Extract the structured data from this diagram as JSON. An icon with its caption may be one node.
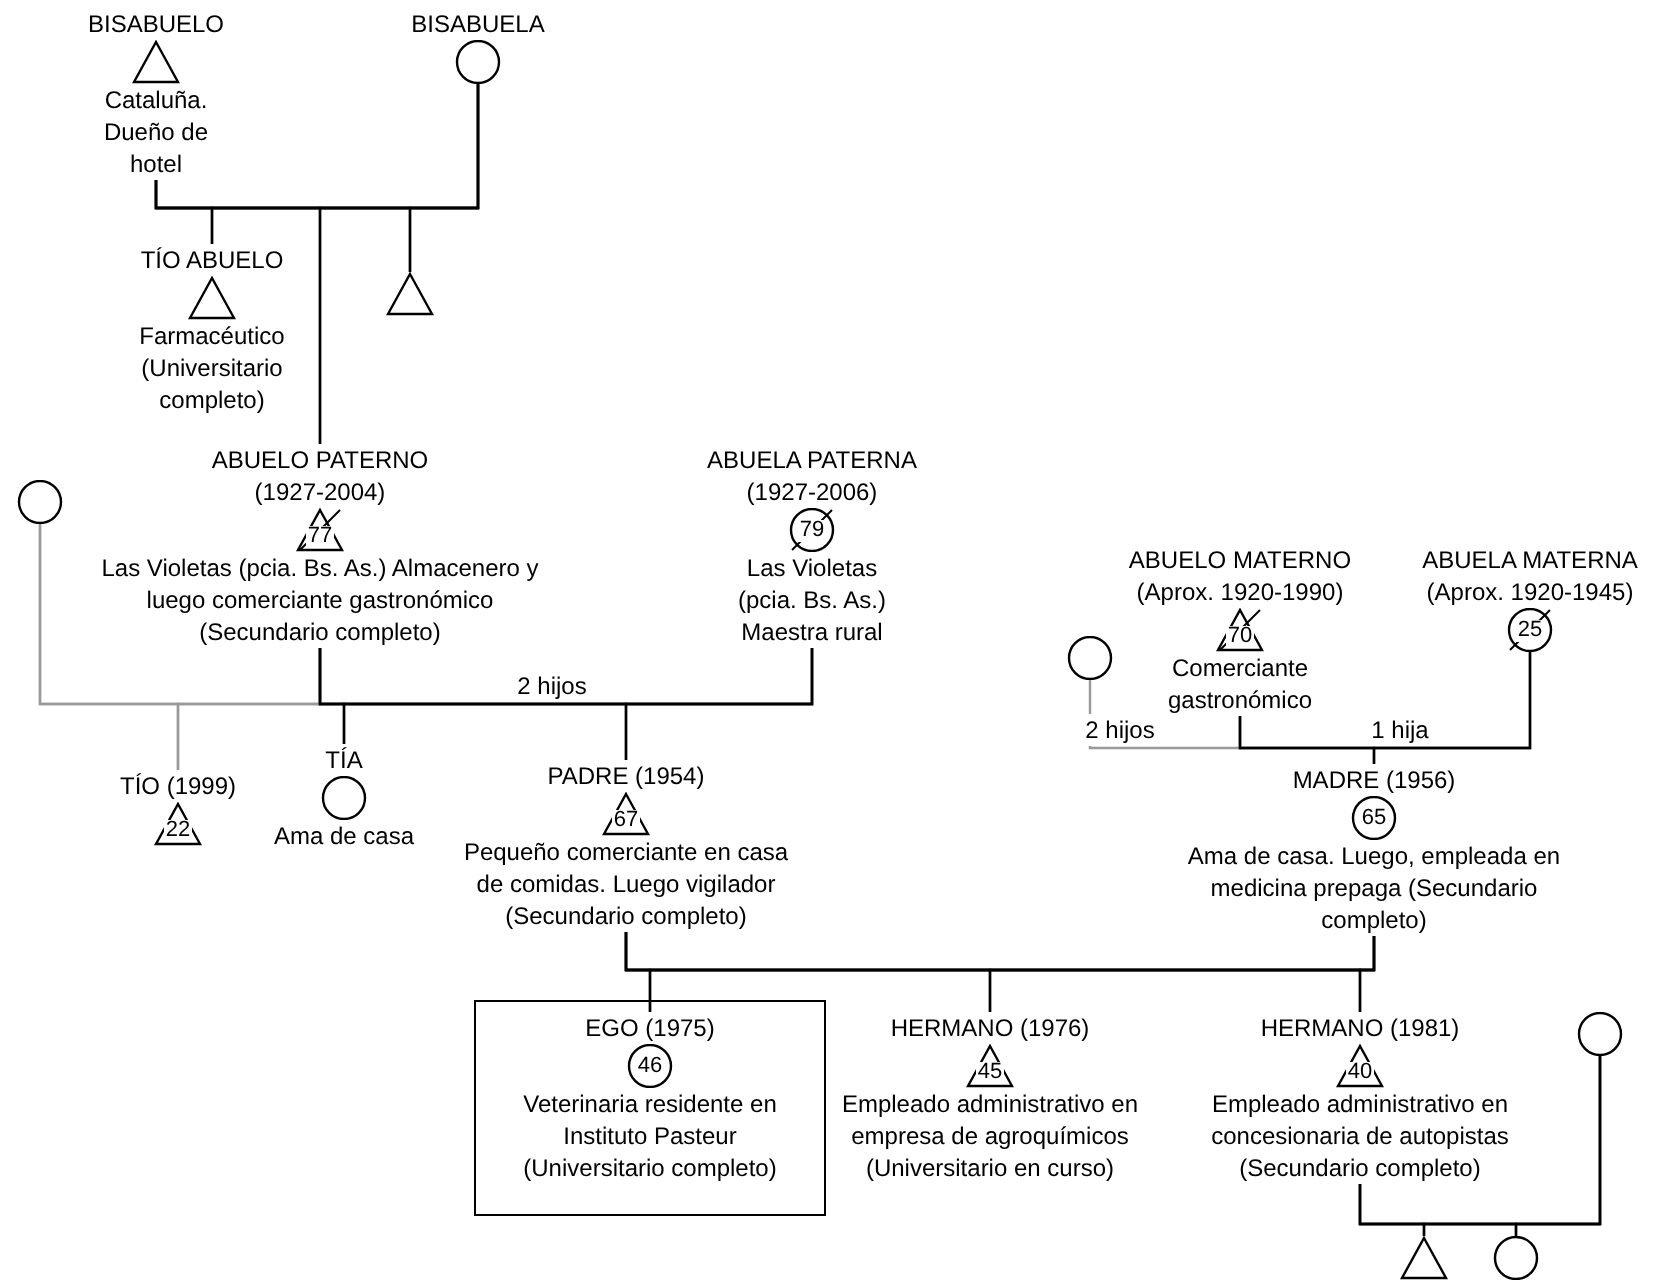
{
  "diagram": {
    "nodes": [
      {
        "text": [
          "BISABUELO",
          "Cataluña. Dueño de hotel"
        ]
      },
      {
        "text": [
          "BISABUELA"
        ]
      },
      {
        "text": [
          "TÍO ABUELO",
          "Farmacéutico (Universitario completo)"
        ]
      },
      {
        "text": [],
        "shape": "triangle"
      },
      {
        "text": [
          "ABUELO PATERNO (1927-2004)",
          "77",
          "Las Violetas (pcia. Bs. As.) Almacenero y luego comerciante gastronómico (Secundario completo)"
        ]
      },
      {
        "text": [
          "ABUELA PATERNA (1927-2006)",
          "79",
          "Las Violetas (pcia. Bs. As.) Maestra rural"
        ]
      },
      {
        "text": [],
        "shape": "circle"
      },
      {
        "text": [
          "TÍO (1999)",
          "22"
        ]
      },
      {
        "text": [
          "TÍA",
          "Ama de casa"
        ]
      },
      {
        "text": [
          "PADRE (1954)",
          "67",
          "Pequeño comerciante en casa de comidas. Luego vigilador (Secundario completo)"
        ]
      },
      {
        "text": [],
        "shape": "circle"
      },
      {
        "text": [
          "ABUELO MATERNO (Aprox. 1920-1990)",
          "70",
          "Comerciante gastronómico"
        ]
      },
      {
        "text": [
          "ABUELA MATERNA (Aprox. 1920-1945)",
          "25"
        ]
      },
      {
        "text": [
          "MADRE (1956)",
          "65",
          "Ama de casa. Luego, empleada en medicina prepaga (Secundario completo)"
        ]
      },
      {
        "text": [],
        "shape": "box"
      },
      {
        "text": [
          "EGO (1975)",
          "46",
          "Veterinaria residente en Instituto Pasteur (Universitario completo)"
        ],
        "in": 14
      },
      {
        "text": [
          "HERMANO (1976)",
          "45",
          "Empleado administrativo en empresa de agroquímicos (Universitario en curso)"
        ]
      },
      {
        "text": [
          "HERMANO (1981)",
          "40",
          "Empleado administrativo en concesionaria de autopistas (Secundario completo)"
        ]
      },
      {
        "text": [],
        "shape": "circle"
      },
      {
        "text": [],
        "shape": "triangle"
      },
      {
        "text": [],
        "shape": "circle"
      }
    ],
    "edges": [
      {
        "from": 0,
        "to": 1,
        "arrow": "none"
      },
      {
        "from": 0,
        "to": 2,
        "arrow": "none"
      },
      {
        "from": 1,
        "to": 2,
        "arrow": "none"
      },
      {
        "from": 0,
        "to": 3,
        "arrow": "none"
      },
      {
        "from": 1,
        "to": 3,
        "arrow": "none"
      },
      {
        "from": 0,
        "to": 4,
        "arrow": "none"
      },
      {
        "from": 1,
        "to": 4,
        "arrow": "none"
      },
      {
        "from": 6,
        "to": 4,
        "arrow": "none",
        "color": "#999999"
      },
      {
        "from": 4,
        "to": 5,
        "arrow": "none",
        "label": "2 hijos"
      },
      {
        "from": 4,
        "to": 7,
        "arrow": "none",
        "color": "#999999"
      },
      {
        "from": 6,
        "to": 7,
        "arrow": "none",
        "color": "#999999"
      },
      {
        "from": 4,
        "to": 8,
        "arrow": "none"
      },
      {
        "from": 5,
        "to": 8,
        "arrow": "none"
      },
      {
        "from": 4,
        "to": 9,
        "arrow": "none"
      },
      {
        "from": 5,
        "to": 9,
        "arrow": "none"
      },
      {
        "from": 10,
        "to": 11,
        "arrow": "none",
        "label": "2 hijos",
        "color": "#999999"
      },
      {
        "from": 11,
        "to": 12,
        "arrow": "none",
        "label": "1 hija"
      },
      {
        "from": 11,
        "to": 13,
        "arrow": "none"
      },
      {
        "from": 12,
        "to": 13,
        "arrow": "none"
      },
      {
        "from": 9,
        "to": 13,
        "arrow": "none"
      },
      {
        "from": 9,
        "to": 15,
        "arrow": "none"
      },
      {
        "from": 13,
        "to": 15,
        "arrow": "none"
      },
      {
        "from": 9,
        "to": 16,
        "arrow": "none"
      },
      {
        "from": 13,
        "to": 16,
        "arrow": "none"
      },
      {
        "from": 9,
        "to": 17,
        "arrow": "none"
      },
      {
        "from": 13,
        "to": 17,
        "arrow": "none"
      },
      {
        "from": 17,
        "to": 18,
        "arrow": "none"
      },
      {
        "from": 17,
        "to": 19,
        "arrow": "none"
      },
      {
        "from": 18,
        "to": 19,
        "arrow": "none"
      },
      {
        "from": 17,
        "to": 20,
        "arrow": "none"
      },
      {
        "from": 18,
        "to": 20,
        "arrow": "none"
      }
    ]
  }
}
